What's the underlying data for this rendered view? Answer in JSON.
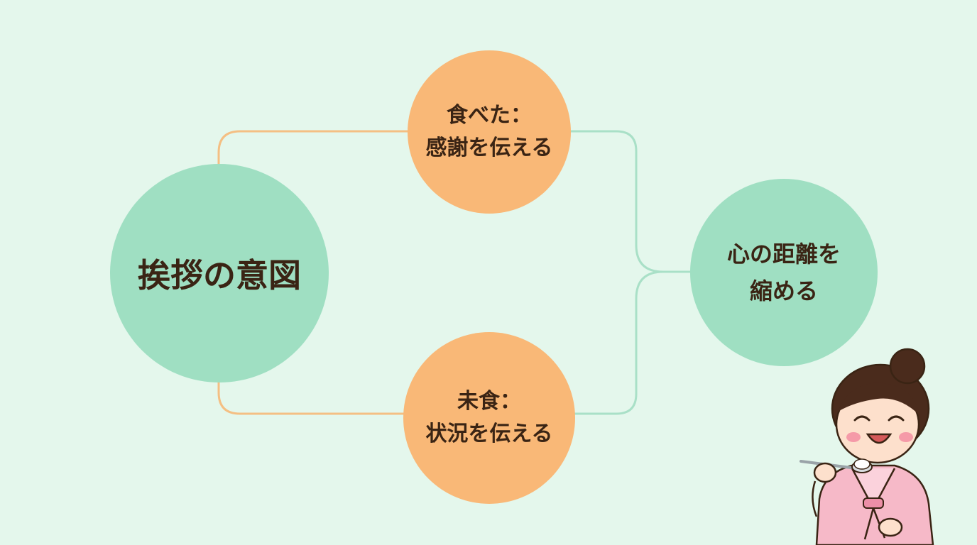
{
  "colors": {
    "background": "#e4f7ec",
    "green_node": "#9fdfc2",
    "orange_node": "#f9b877",
    "orange_line": "#f4bf83",
    "green_line": "#a9e0c7",
    "text": "#3a2414"
  },
  "nodes": {
    "center": {
      "label": "挨拶の意図"
    },
    "top": {
      "line1": "食べた：",
      "line2": "感謝を伝える"
    },
    "bottom": {
      "line1": "未食：",
      "line2": "状況を伝える"
    },
    "right": {
      "line1": "心の距離を",
      "line2": "縮める"
    }
  },
  "illustration": {
    "icon": "girl-eating-with-spoon-icon"
  }
}
